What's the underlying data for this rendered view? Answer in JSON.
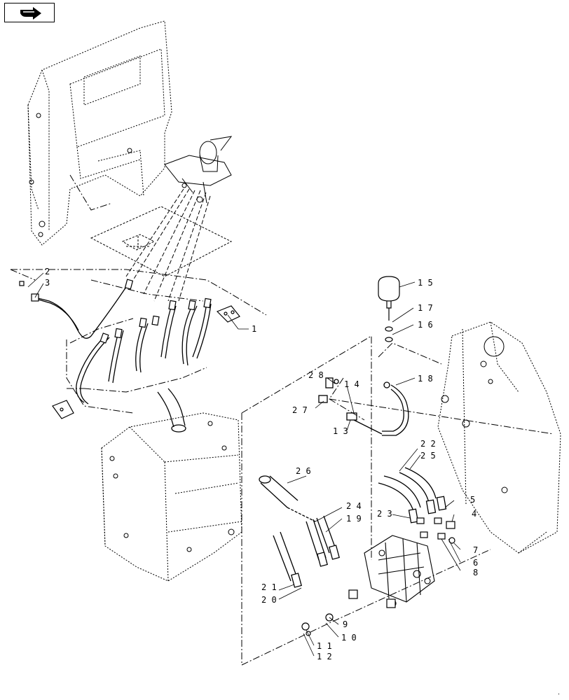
{
  "nav": {
    "icon": "next-page-arrow-icon"
  },
  "callouts": {
    "c1": "1",
    "c2": "2",
    "c3": "3",
    "c4": "4",
    "c5": "5",
    "c6": "6",
    "c7": "7",
    "c8": "8",
    "c9": "9",
    "c10": "1 0",
    "c11": "1 1",
    "c12": "1 2",
    "c13": "1 3",
    "c14": "1 4",
    "c15": "1 5",
    "c16": "1 6",
    "c17": "1 7",
    "c18": "1 8",
    "c19": "1 9",
    "c20": "2 0",
    "c21": "2 1",
    "c22": "2 2",
    "c23": "2 3",
    "c24": "2 4",
    "c25": "2 5",
    "c26": "2 6",
    "c27": "2 7",
    "c28": "2 8"
  }
}
